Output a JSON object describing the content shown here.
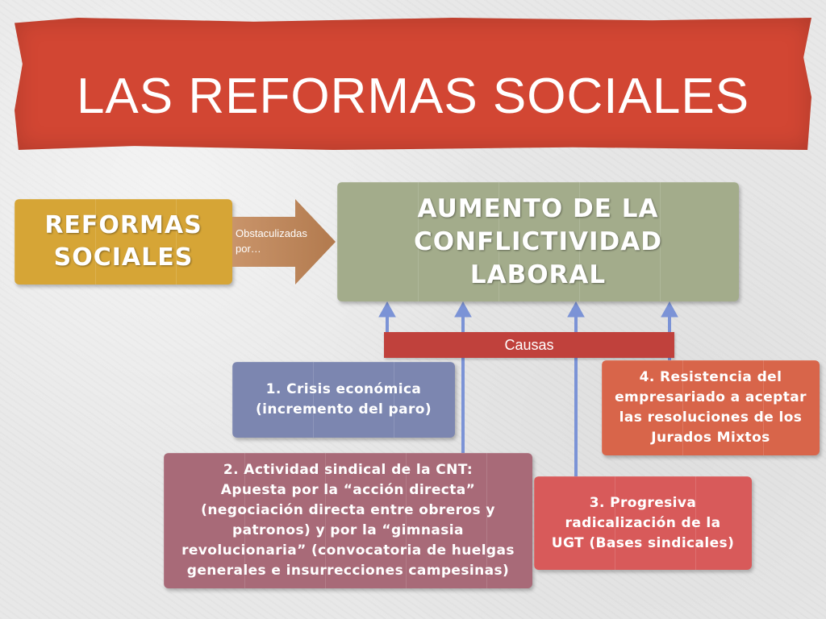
{
  "title": "LAS REFORMAS SOCIALES",
  "left_box": {
    "line1": "REFORMAS",
    "line2": "SOCIALES"
  },
  "arrow": {
    "label_line1": "Obstaculizadas",
    "label_line2": "por…"
  },
  "main_box": {
    "line1": "AUMENTO DE LA",
    "line2": "CONFLICTIVIDAD",
    "line3": "LABORAL"
  },
  "causas_label": "Causas",
  "causes": [
    {
      "lines": [
        "1. Crisis económica",
        "(incremento del paro)"
      ]
    },
    {
      "lines": [
        "2. Actividad sindical de la CNT:",
        "Apuesta por la “acción directa”",
        "(negociación directa entre obreros y",
        "patronos) y por la “gimnasia",
        "revolucionaria” (convocatoria de huelgas",
        "generales e insurrecciones campesinas)"
      ]
    },
    {
      "lines": [
        "3. Progresiva",
        "radicalización de la",
        "UGT (Bases sindicales)"
      ]
    },
    {
      "lines": [
        "4. Resistencia del",
        "empresariado a aceptar",
        "las resoluciones de los",
        "Jurados Mixtos"
      ]
    }
  ],
  "colors": {
    "banner": "#d24633",
    "reformas_box": "#d6a536",
    "arrow": "#c08a5d",
    "main_box": "#a3ac8b",
    "causas_bar": "#c0413c",
    "connector": "#7b93d6",
    "cause1": "#7c86b0",
    "cause2": "#a86a78",
    "cause3": "#d85a5a",
    "cause4": "#d8654a"
  }
}
